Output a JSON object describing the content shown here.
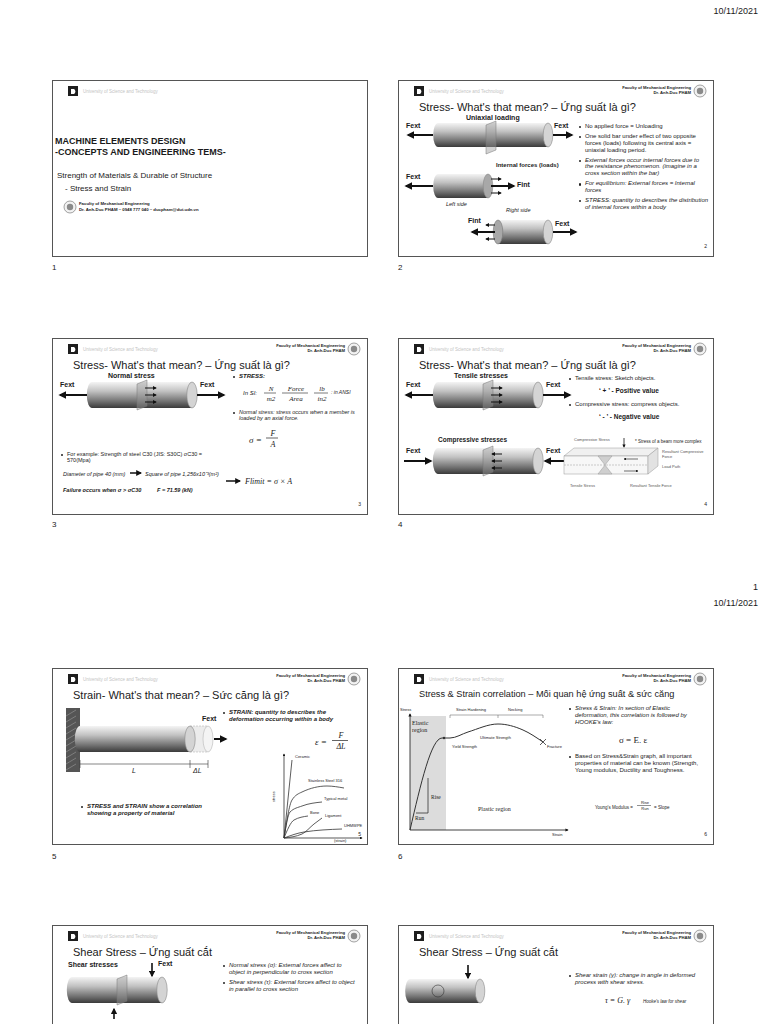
{
  "diagram": {
    "nodes": [
      {
        "text": [
          "University of Science and Technology",
          "MACHINE ELEMENTS DESIGN",
          "-CONCEPTS AND ENGINEERING TEMS-",
          "Strength of Materials & Durable of Structure",
          "- Stress and Strain",
          "Faculty of Mechanical Engineering",
          "Dr. Anh-Duc PHAM – 0948 777 040 – ducpham@dut.udn.vn"
        ]
      },
      {
        "text": [
          "University of Science and Technology",
          "Faculty of Mechanical Engineering",
          "Dr. Anh-Duc PHAM",
          "Stress- What's that mean? – Ứng suất là gì?",
          "No applied force = Unloading",
          "One solid bar under effect of two opposite forces (loads) following its central axis = uniaxial loading period.",
          "External forces occur internal forces due to the resistance phenomenon. (imagine in a cross section within the bar)",
          "For equilibrium: External forces = Internal forces",
          "STRESS: quantity to describes the distribution of internal forces within a body",
          "2"
        ]
      },
      {
        "text": [
          "University of Science and Technology",
          "Faculty of Mechanical Engineering",
          "Dr. Anh-Duc PHAM",
          "Stress- What's that mean? – Ứng suất là gì?",
          "STRESS:",
          "In SI:",
          "N",
          "m2",
          "Force",
          "Area",
          "lb",
          "in2",
          ": in ANSI",
          "Normal stress: stress occurs when a member is loaded by an axial force.",
          "σ =",
          "F",
          "A",
          "For example: Strength of steel C30 (JIS: S30C) σC30 = 570(Mpa)",
          "Diameter of pipe 40 (mm)",
          "Square of pipe 1,256x10⁻³(m²)",
          "Failure occurs when σ > σC30",
          "F = 71.59 (kN)",
          "Flimit = σ × A",
          "3"
        ]
      },
      {
        "text": [
          "University of Science and Technology",
          "Faculty of Mechanical Engineering",
          "Dr. Anh-Duc PHAM",
          "Stress- What's that mean? – Ứng suất là gì?",
          "Tensile stress: Sketch objects.",
          "‘ + ’ - Positive value",
          "Compressive stress: compress objects.",
          "‘ - ’ - Negative value",
          "* Stress of a beam more complex",
          "4"
        ]
      },
      {
        "text": [
          "University of Science and Technology",
          "Faculty of Mechanical Engineering",
          "Dr. Anh-Duc PHAM",
          "Strain- What's that mean? – Sức căng là gì?",
          "STRAIN: quantity to describes the deformation occurring within a body",
          "ε =",
          "F",
          "ΔL",
          "STRESS and STRAIN show a correlation showing a property of material",
          "5"
        ]
      },
      {
        "text": [
          "University of Science and Technology",
          "Faculty of Mechanical Engineering",
          "Dr. Anh-Duc PHAM",
          "Stress & Strain correlation – Mối quan hệ ứng suất & sức căng",
          "Stress & Strain: In section of Elastic deformation, this correlation is followed by HOOKE's law:",
          "σ = E. ε",
          "Based on Stress&Strain graph, all important properties of material can be known (Strength, Young modulus, Ductility and Toughness.",
          "Young's Modulus =",
          "Rise",
          "Run",
          "= Slope",
          "6"
        ]
      },
      {
        "text": [
          "University of Science and Technology",
          "Faculty of Mechanical Engineering",
          "Dr. Anh-Duc PHAM",
          "Shear Stress – Ứng suất cắt",
          "Normal stress (σ): External forces affect to object in perpendicular to cross section",
          "Shear stress (τ): External forces affect to object in parallel to cross section"
        ]
      },
      {
        "text": [
          "University of Science and Technology",
          "Faculty of Mechanical Engineering",
          "Dr. Anh-Duc PHAM",
          "Shear Stress – Ứng suất cắt",
          "Shear strain (γ): change in angle in deformed process with shear stress.",
          "τ = G. γ",
          "Hooke's law for shear"
        ]
      }
    ],
    "labels": [
      "10/11/2021",
      "1",
      "2",
      "3",
      "4",
      "1",
      "10/11/2021",
      "5",
      "6",
      "Uniaxial loading",
      "Fext",
      "Fext",
      "Internal forces (loads)",
      "Fext",
      "Fint",
      "Left side",
      "Right side",
      "Fint",
      "Fext",
      "Normal stress",
      "Fext",
      "Fext",
      "Tensile stresses",
      "Fext",
      "Fext",
      "Compressive stresses",
      "Fext",
      "Fext",
      "Compressive Stress",
      "Resultant Compressive Force",
      "Load Path",
      "Tensile Stress",
      "Resultant Tensile Force",
      "Fext",
      "L",
      "ΔL",
      "stress",
      "(strain)",
      "Ceramic",
      "Stainless Steel 316",
      "Typical metal",
      "Bone",
      "Ligament",
      "UHMWPE",
      "Stress",
      "Strain Hardening",
      "Necking",
      "Elastic region",
      "Ultimate Strength",
      "Yield Strength",
      "Fracture",
      "Rise",
      "Run",
      "Plastic region",
      "Strain",
      "Shear stresses",
      "Fext"
    ]
  }
}
